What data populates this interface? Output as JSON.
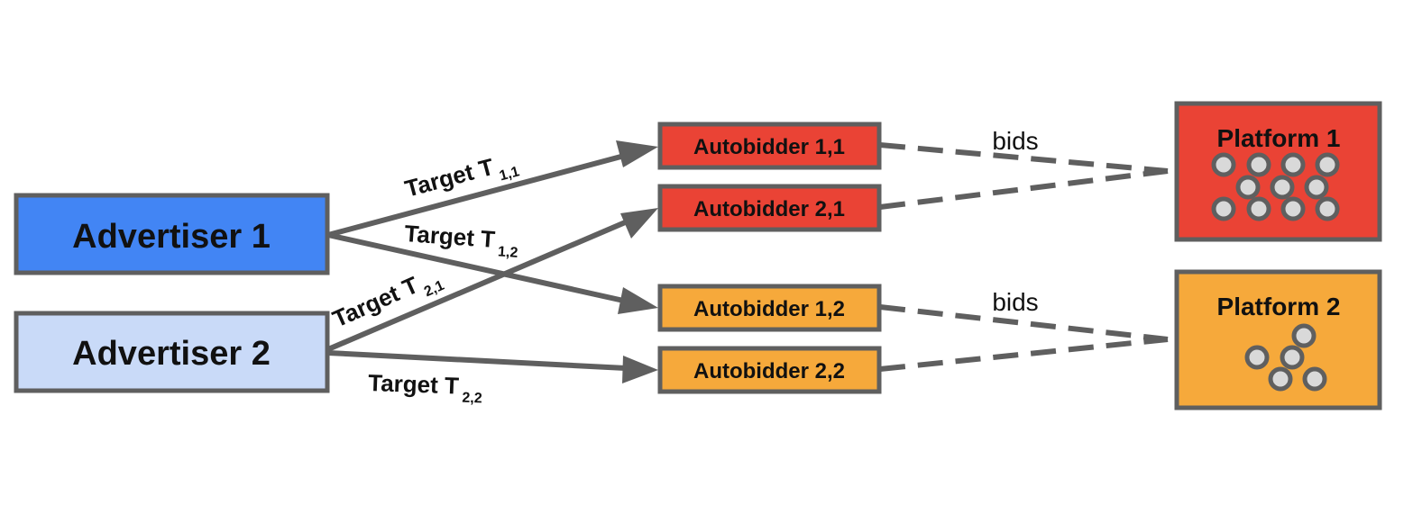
{
  "colors": {
    "stroke": "#5f5f5f",
    "advertiser_1": "#4285f4",
    "advertiser_2": "#c9daf8",
    "red": "#ea4335",
    "orange": "#f6a93b",
    "dot_fill": "#d9d9d9"
  },
  "advertisers": [
    {
      "label": "Advertiser 1"
    },
    {
      "label": "Advertiser 2"
    }
  ],
  "autobidders": [
    {
      "label": "Autobidder 1,1"
    },
    {
      "label": "Autobidder 2,1"
    },
    {
      "label": "Autobidder 1,2"
    },
    {
      "label": "Autobidder 2,2"
    }
  ],
  "platforms": [
    {
      "label": "Platform 1"
    },
    {
      "label": "Platform 2"
    }
  ],
  "targets": [
    {
      "prefix": "Target T",
      "subscript": "1,1"
    },
    {
      "prefix": "Target T",
      "subscript": "1,2"
    },
    {
      "prefix": "Target T",
      "subscript": "2,1"
    },
    {
      "prefix": "Target T",
      "subscript": "2,2"
    }
  ],
  "bids_labels": [
    "bids",
    "bids"
  ]
}
